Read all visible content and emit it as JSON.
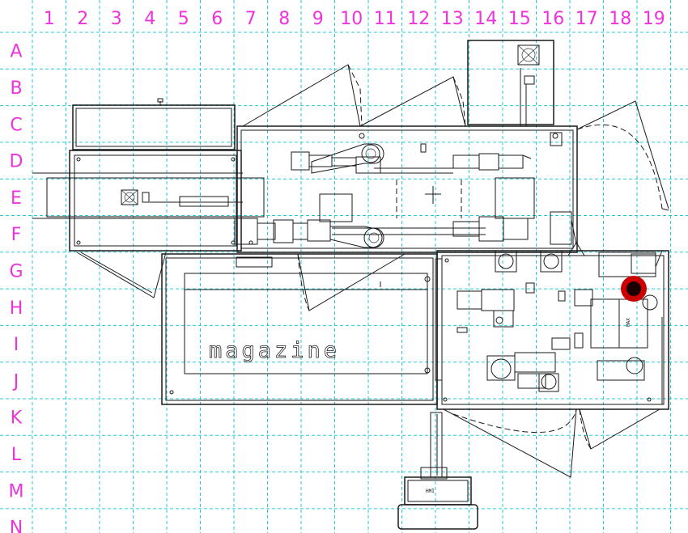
{
  "grid": {
    "columns": [
      "1",
      "2",
      "3",
      "4",
      "5",
      "6",
      "7",
      "8",
      "9",
      "10",
      "11",
      "12",
      "13",
      "14",
      "15",
      "16",
      "17",
      "18",
      "19"
    ],
    "rows": [
      "A",
      "B",
      "C",
      "D",
      "E",
      "F",
      "G",
      "H",
      "I",
      "J",
      "K",
      "L",
      "M",
      "N"
    ],
    "label_color": "#ee33dd",
    "line_color": "#27c9d6"
  },
  "labels": {
    "magazine": "magazine",
    "hmi": "HMI",
    "max": "MAX"
  },
  "marker": {
    "color": "#cc0000",
    "icon": "red-circle-marker-icon"
  }
}
